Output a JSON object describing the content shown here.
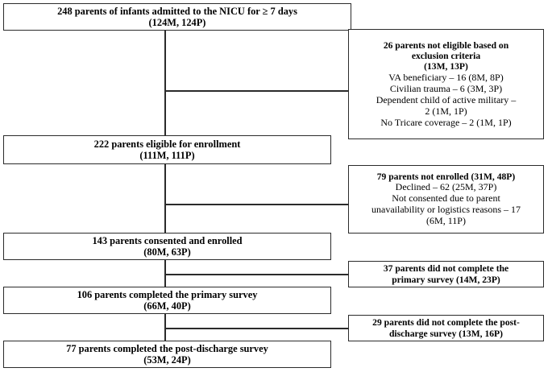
{
  "diagram": {
    "type": "participant-flow-diagram",
    "title_text": "",
    "line_color": "#2b2b2b",
    "background": "#ffffff",
    "main_nodes": [
      {
        "id": "enrolled-pool",
        "lines": [
          "248 parents of infants admitted to the NICU for ≥ 7 days",
          "(124M, 124P)"
        ]
      },
      {
        "id": "eligible",
        "lines": [
          "222 parents eligible for enrollment",
          "(111M, 111P)"
        ]
      },
      {
        "id": "consented",
        "lines": [
          "143 parents consented and enrolled",
          "(80M, 63P)"
        ]
      },
      {
        "id": "primary-complete",
        "lines": [
          "106 parents completed the primary survey",
          "(66M, 40P)"
        ]
      },
      {
        "id": "postdischarge-complete",
        "lines": [
          "77 parents completed the post-discharge survey",
          "(53M, 24P)"
        ]
      }
    ],
    "side_nodes": [
      {
        "id": "not-eligible",
        "bold_lines": [
          "26 parents not eligible based on",
          "exclusion criteria",
          "(13M, 13P)"
        ],
        "plain_lines": [
          "VA beneficiary – 16 (8M, 8P)",
          "Civilian trauma – 6 (3M, 3P)",
          "Dependent child of active military –",
          "2 (1M, 1P)",
          "No Tricare coverage – 2 (1M, 1P)"
        ]
      },
      {
        "id": "not-enrolled",
        "bold_lines": [
          "79 parents not enrolled (31M, 48P)"
        ],
        "plain_lines": [
          "Declined – 62 (25M, 37P)",
          "Not consented due to parent",
          "unavailability or logistics reasons – 17",
          "(6M, 11P)"
        ]
      },
      {
        "id": "primary-incomplete",
        "bold_lines": [
          "37 parents did not complete the",
          "primary survey (14M, 23P)"
        ],
        "plain_lines": []
      },
      {
        "id": "postdischarge-incomplete",
        "bold_lines": [
          "29 parents did not complete the post-",
          "discharge survey (13M, 16P)"
        ],
        "plain_lines": []
      }
    ]
  }
}
